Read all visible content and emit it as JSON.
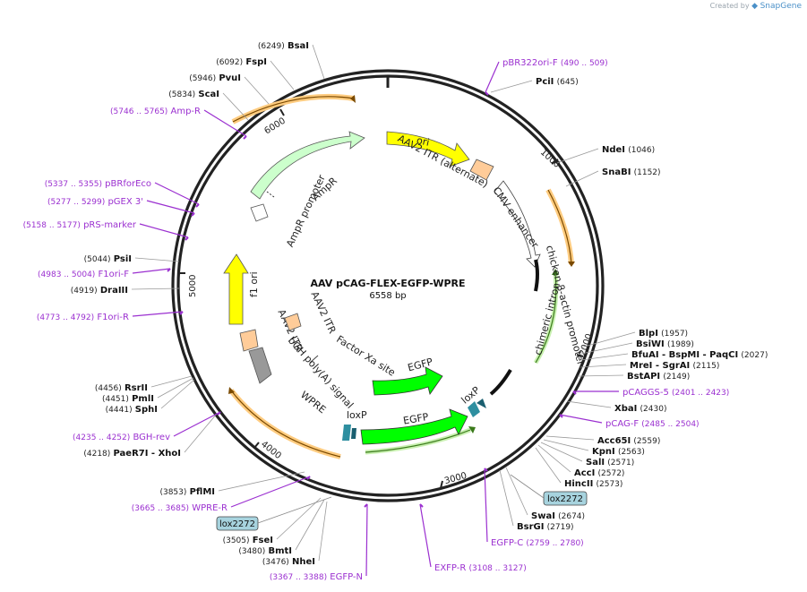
{
  "branding": {
    "created_by": "Created by",
    "app": "SnapGene"
  },
  "plasmid": {
    "name": "AAV pCAG-FLEX-EGFP-WPRE",
    "size_label": "6558 bp",
    "length": 6558
  },
  "colors": {
    "backbone": "#222222",
    "primer": "#9b30d0",
    "ori": "#ffff00",
    "ampr": "#ccffcc",
    "itr": "#ffcc99",
    "egfp": "#00ff00",
    "wpre": "#ff9900",
    "polya": "#999999",
    "promoter": "#ffffff",
    "lox": "#2e8fa0",
    "feature_badge": "#a7d3de"
  },
  "ticks": [
    "1000",
    "2000",
    "3000",
    "4000",
    "5000",
    "6000"
  ],
  "sites": [
    {
      "name": "PciI",
      "pos": "(645)",
      "primer": false
    },
    {
      "name": "NdeI",
      "pos": "(1046)",
      "primer": false
    },
    {
      "name": "SnaBI",
      "pos": "(1152)",
      "primer": false
    },
    {
      "name": "BlpI",
      "pos": "(1957)",
      "primer": false
    },
    {
      "name": "BsiWI",
      "pos": "(1989)",
      "primer": false
    },
    {
      "name": "BfuAI - BspMI - PaqCI",
      "pos": "(2027)",
      "primer": false
    },
    {
      "name": "MreI - SgrAI",
      "pos": "(2115)",
      "primer": false
    },
    {
      "name": "BstAPI",
      "pos": "(2149)",
      "primer": false
    },
    {
      "name": "pCAGGS-5",
      "pos": "(2401 .. 2423)",
      "primer": true
    },
    {
      "name": "XbaI",
      "pos": "(2430)",
      "primer": false
    },
    {
      "name": "pCAG-F",
      "pos": "(2485 .. 2504)",
      "primer": true
    },
    {
      "name": "Acc65I",
      "pos": "(2559)",
      "primer": false
    },
    {
      "name": "KpnI",
      "pos": "(2563)",
      "primer": false
    },
    {
      "name": "SalI",
      "pos": "(2571)",
      "primer": false
    },
    {
      "name": "AccI",
      "pos": "(2572)",
      "primer": false
    },
    {
      "name": "HincII",
      "pos": "(2573)",
      "primer": false
    },
    {
      "name": "SwaI",
      "pos": "(2674)",
      "primer": false
    },
    {
      "name": "BsrGI",
      "pos": "(2719)",
      "primer": false
    },
    {
      "name": "EGFP-C",
      "pos": "(2759 .. 2780)",
      "primer": true
    },
    {
      "name": "EXFP-R",
      "pos": "(3108 .. 3127)",
      "primer": true
    },
    {
      "name": "EGFP-N",
      "pos": "(3367 .. 3388)",
      "primer": true
    },
    {
      "name": "NheI",
      "pos": "(3476)",
      "primer": false
    },
    {
      "name": "BmtI",
      "pos": "(3480)",
      "primer": false
    },
    {
      "name": "FseI",
      "pos": "(3505)",
      "primer": false
    },
    {
      "name": "WPRE-R",
      "pos": "(3665 .. 3685)",
      "primer": true
    },
    {
      "name": "PflMI",
      "pos": "(3853)",
      "primer": false
    },
    {
      "name": "PaeR7I - XhoI",
      "pos": "(4218)",
      "primer": false
    },
    {
      "name": "BGH-rev",
      "pos": "(4235 .. 4252)",
      "primer": true
    },
    {
      "name": "SphI",
      "pos": "(4441)",
      "primer": false
    },
    {
      "name": "PmlI",
      "pos": "(4451)",
      "primer": false
    },
    {
      "name": "RsrII",
      "pos": "(4456)",
      "primer": false
    },
    {
      "name": "F1ori-R",
      "pos": "(4773 .. 4792)",
      "primer": true
    },
    {
      "name": "DraIII",
      "pos": "(4919)",
      "primer": false
    },
    {
      "name": "F1ori-F",
      "pos": "(4983 .. 5004)",
      "primer": true
    },
    {
      "name": "PsiI",
      "pos": "(5044)",
      "primer": false
    },
    {
      "name": "pRS-marker",
      "pos": "(5158 .. 5177)",
      "primer": true
    },
    {
      "name": "pGEX 3'",
      "pos": "(5277 .. 5299)",
      "primer": true
    },
    {
      "name": "pBRforEco",
      "pos": "(5337 .. 5355)",
      "primer": true
    },
    {
      "name": "Amp-R",
      "pos": "(5746 .. 5765)",
      "primer": true
    },
    {
      "name": "ScaI",
      "pos": "(5834)",
      "primer": false
    },
    {
      "name": "PvuI",
      "pos": "(5946)",
      "primer": false
    },
    {
      "name": "FspI",
      "pos": "(6092)",
      "primer": false
    },
    {
      "name": "BsaI",
      "pos": "(6249)",
      "primer": false
    },
    {
      "name": "pBR322ori-F",
      "pos": "(490 .. 509)",
      "primer": true
    }
  ],
  "features": [
    {
      "name": "ori"
    },
    {
      "name": "AAV2 ITR (alternate)"
    },
    {
      "name": "CMV enhancer"
    },
    {
      "name": "chicken β-actin promoter"
    },
    {
      "name": "chimeric intron"
    },
    {
      "name": "loxP"
    },
    {
      "name": "EGFP"
    },
    {
      "name": "Factor Xa site"
    },
    {
      "name": "EGFP"
    },
    {
      "name": "loxP"
    },
    {
      "name": "WPRE"
    },
    {
      "name": "bGH poly(A) signal"
    },
    {
      "name": "AAV2 ITR"
    },
    {
      "name": "AAV2 ITR"
    },
    {
      "name": "f1 ori"
    },
    {
      "name": "AmpR promoter"
    },
    {
      "name": "AmpR"
    }
  ],
  "badges": [
    "lox2272",
    "lox2272"
  ]
}
